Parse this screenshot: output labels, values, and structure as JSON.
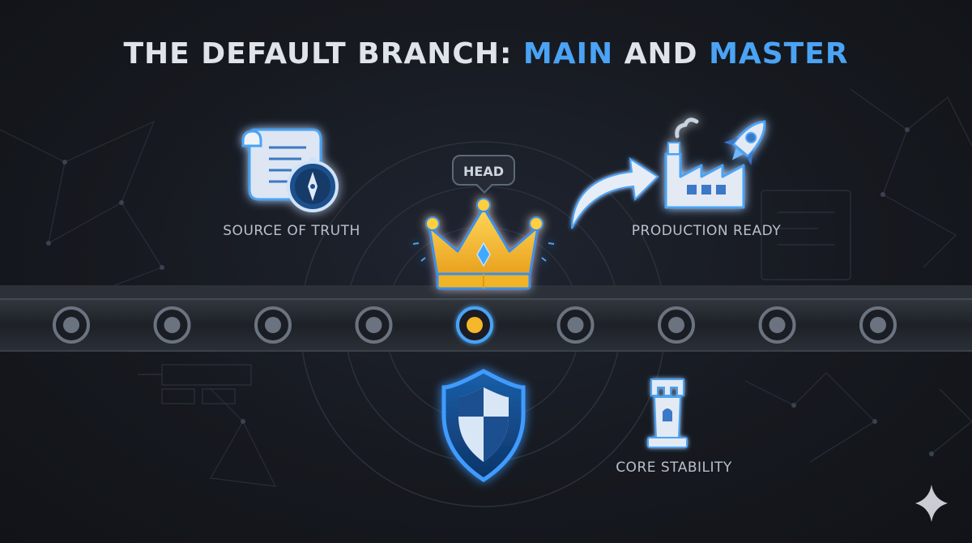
{
  "title": {
    "prefix": "THE DEFAULT BRANCH: ",
    "accent1": "MAIN",
    "middle": " AND ",
    "accent2": "MASTER"
  },
  "labels": {
    "source_of_truth": "SOURCE OF TRUTH",
    "production_ready": "PRODUCTION READY",
    "core_stability": "CORE STABILITY",
    "head": "HEAD"
  },
  "icons": [
    "scroll-compass-icon",
    "crown-icon",
    "arrow-icon",
    "factory-icon",
    "rocket-icon",
    "shield-icon",
    "castle-tower-icon",
    "sparkle-icon"
  ],
  "colors": {
    "accent_blue": "#4aa3f5",
    "crown_gold": "#f5b82a",
    "background": "#16191f",
    "track": "#2a2f38"
  },
  "timeline": {
    "commit_count": 9,
    "head_commit_index": 4
  }
}
